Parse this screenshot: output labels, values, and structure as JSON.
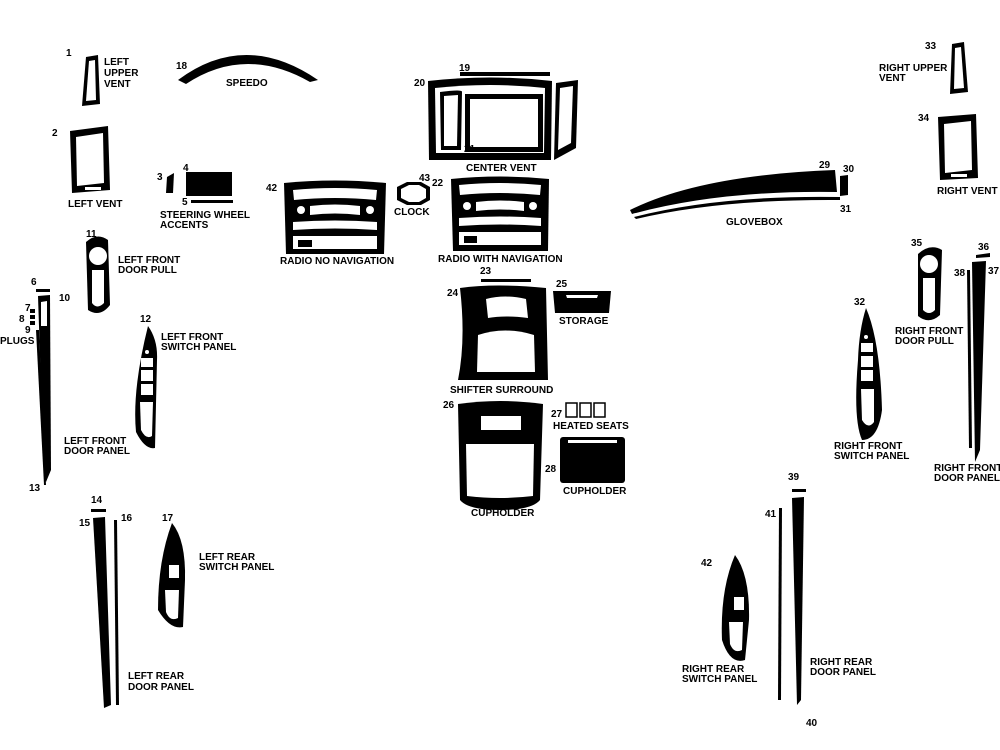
{
  "labels": {
    "left_upper_vent": [
      "LEFT",
      "UPPER",
      "VENT"
    ],
    "speedo": "SPEEDO",
    "left_vent": "LEFT VENT",
    "steering_wheel_accents": [
      "STEERING WHEEL",
      "ACCENTS"
    ],
    "radio_no_nav": "RADIO NO NAVIGATION",
    "clock": "CLOCK",
    "center_vent": "CENTER VENT",
    "radio_with_nav": "RADIO WITH NAVIGATION",
    "glovebox": "GLOVEBOX",
    "right_upper_vent": [
      "RIGHT UPPER",
      "VENT"
    ],
    "right_vent": "RIGHT VENT",
    "left_front_door_pull": [
      "LEFT FRONT",
      "DOOR PULL"
    ],
    "plugs": "PLUGS",
    "left_front_switch_panel": [
      "LEFT FRONT",
      "SWITCH PANEL"
    ],
    "left_front_door_panel": [
      "LEFT FRONT",
      "DOOR PANEL"
    ],
    "shifter_surround": "SHIFTER SURROUND",
    "storage": "STORAGE",
    "heated_seats": "HEATED SEATS",
    "cupholder_center": "CUPHOLDER",
    "cupholder_right": "CUPHOLDER",
    "right_front_door_pull": [
      "RIGHT FRONT",
      "DOOR PULL"
    ],
    "right_front_switch_panel": [
      "RIGHT FRONT",
      "SWITCH PANEL"
    ],
    "right_front_door_panel": [
      "RIGHT FRONT",
      "DOOR PANEL"
    ],
    "left_rear_switch_panel": [
      "LEFT REAR",
      "SWITCH PANEL"
    ],
    "left_rear_door_panel": [
      "LEFT REAR",
      "DOOR PANEL"
    ],
    "right_rear_switch_panel": [
      "RIGHT  REAR",
      "SWITCH PANEL"
    ],
    "right_rear_door_panel": [
      "RIGHT REAR",
      "DOOR PANEL"
    ]
  },
  "part_numbers": {
    "n1": "1",
    "n2": "2",
    "n3": "3",
    "n4": "4",
    "n5": "5",
    "n6": "6",
    "n7": "7",
    "n8": "8",
    "n9": "9",
    "n10": "10",
    "n11": "11",
    "n12": "12",
    "n13": "13",
    "n14": "14",
    "n15": "15",
    "n16": "16",
    "n17": "17",
    "n18": "18",
    "n19": "19",
    "n20": "20",
    "n21": "21",
    "n22": "22",
    "n23": "23",
    "n24": "24",
    "n25": "25",
    "n26": "26",
    "n27": "27",
    "n28": "28",
    "n29": "29",
    "n30": "30",
    "n31": "31",
    "n32": "32",
    "n33": "33",
    "n34": "34",
    "n35": "35",
    "n36": "36",
    "n37": "37",
    "n38": "38",
    "n39": "39",
    "n40": "40",
    "n41": "41",
    "n42a": "42",
    "n42b": "42",
    "n43": "43"
  }
}
